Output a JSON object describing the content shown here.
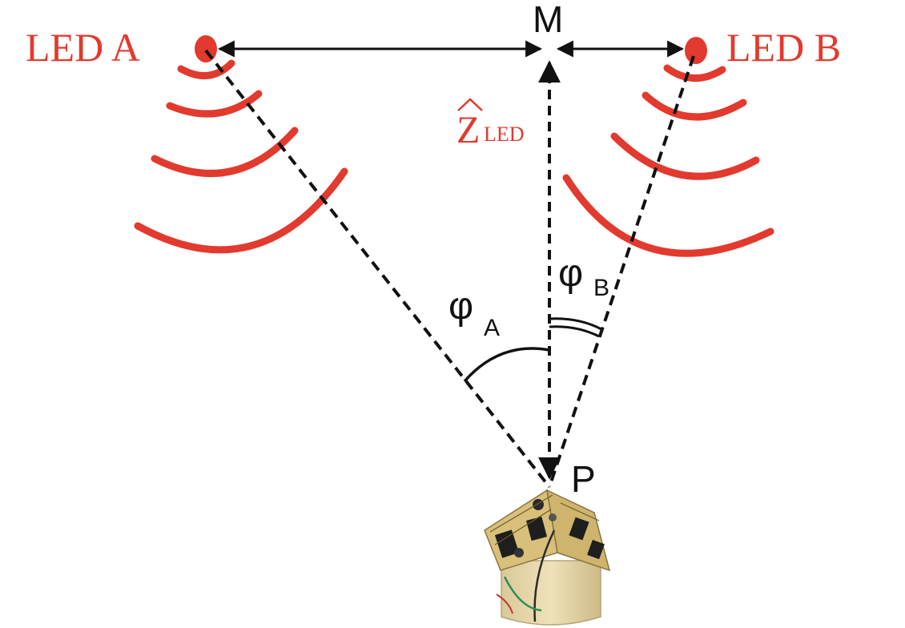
{
  "labels": {
    "led_a": "LED A",
    "led_b": "LED B",
    "midpoint": "M",
    "point": "P",
    "axis_main": "Z",
    "axis_sub": "LED",
    "phi": "φ",
    "phi_a_sub": "A",
    "phi_b_sub": "B"
  },
  "colors": {
    "led": "#e23a2e",
    "lines": "#111111"
  },
  "icons": {
    "sensor_device": "sensor-board-device"
  }
}
